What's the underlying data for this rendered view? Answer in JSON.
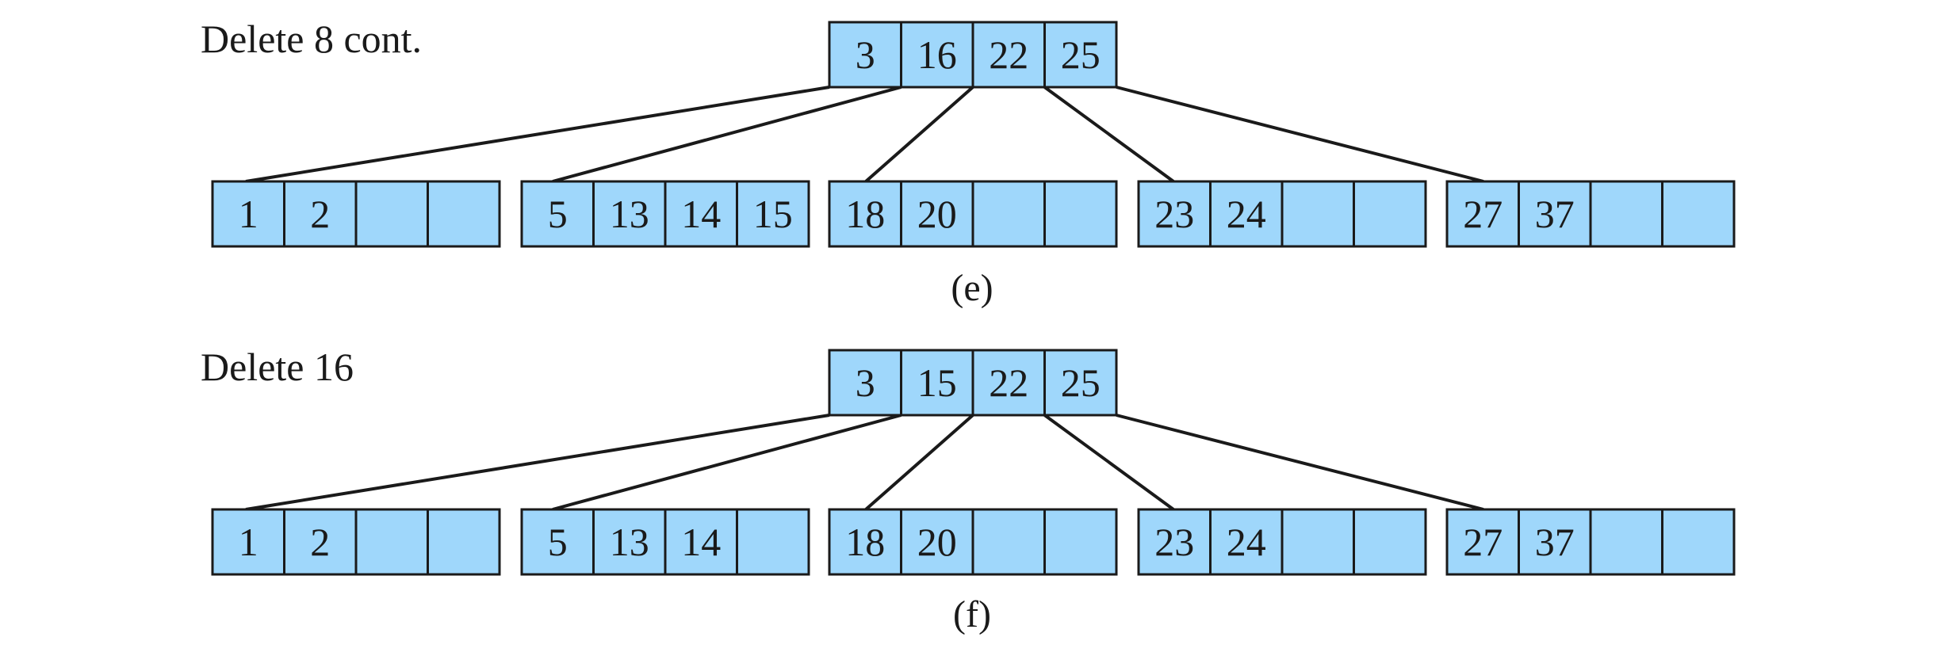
{
  "panels": [
    {
      "title": "Delete 8 cont.",
      "caption": "(e)",
      "root": [
        "3",
        "16",
        "22",
        "25"
      ],
      "leaves": [
        [
          "1",
          "2",
          "",
          ""
        ],
        [
          "5",
          "13",
          "14",
          "15"
        ],
        [
          "18",
          "20",
          "",
          ""
        ],
        [
          "23",
          "24",
          "",
          ""
        ],
        [
          "27",
          "37",
          "",
          ""
        ]
      ]
    },
    {
      "title": "Delete 16",
      "caption": "(f)",
      "root": [
        "3",
        "15",
        "22",
        "25"
      ],
      "leaves": [
        [
          "1",
          "2",
          "",
          ""
        ],
        [
          "5",
          "13",
          "14",
          ""
        ],
        [
          "18",
          "20",
          "",
          ""
        ],
        [
          "23",
          "24",
          "",
          ""
        ],
        [
          "27",
          "37",
          "",
          ""
        ]
      ]
    }
  ],
  "colors": {
    "node_fill": "#9fd7fb",
    "node_stroke": "#1a1a1a",
    "edge": "#1a1a1a",
    "text": "#1a1a1a"
  }
}
